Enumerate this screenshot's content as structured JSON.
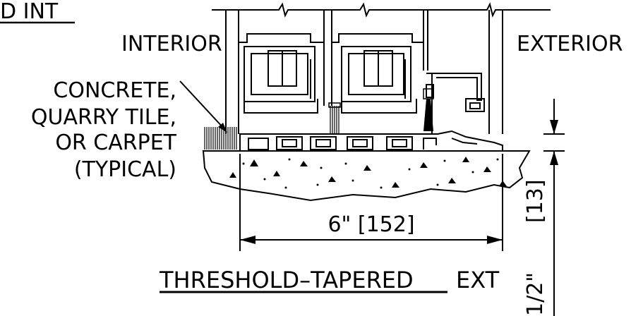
{
  "drawing": {
    "title_fragment": "D  INT",
    "section_title": "THRESHOLD–TAPERED",
    "section_title_suffix": "EXT",
    "side_interior": "INTERIOR",
    "side_exterior": "EXTERIOR",
    "callout_line1": "CONCRETE,",
    "callout_line2": "QUARRY TILE,",
    "callout_line3": "OR CARPET",
    "callout_line4": "(TYPICAL)",
    "dim_width": "6\"  [152]",
    "dim_height_metric": "[13]",
    "dim_height_imperial": "1/2\""
  },
  "colors": {
    "line": "#000000",
    "background": "#ffffff"
  }
}
